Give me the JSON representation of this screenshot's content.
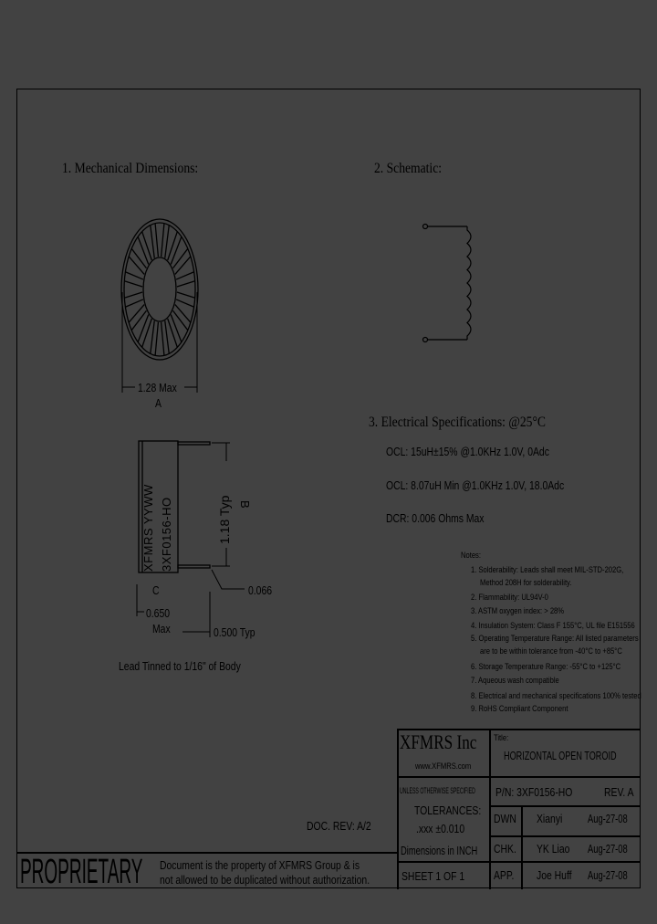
{
  "sections": {
    "mechanical": "1. Mechanical Dimensions:",
    "schematic": "2. Schematic:",
    "electrical": "3. Electrical   Specifications: @25°C"
  },
  "mechanical": {
    "dim_a": "1.28 Max",
    "label_a": "A",
    "marking_line1": "XFMRS YYWW",
    "marking_line2": "3XF0156-HO",
    "dim_b": "1.18 Typ",
    "label_b": "B",
    "lead_dia": "0.066",
    "label_c": "C",
    "dim_c": "0.650",
    "dim_c_max": "Max",
    "lead_spacing": "0.500 Typ",
    "lead_note": "Lead Tinned to 1/16\" of Body"
  },
  "electrical": {
    "specs": [
      "OCL: 15uH±15% @1.0KHz 1.0V, 0Adc",
      "OCL: 8.07uH Min @1.0KHz 1.0V, 18.0Adc",
      "DCR: 0.006 Ohms Max"
    ]
  },
  "notes": {
    "title": "Notes:",
    "items": [
      "1. Solderability: Leads shall meet MIL-STD-202G,",
      "   Method 208H for solderability.",
      "2. Flammability: UL94V-0",
      "3. ASTM oxygen index: > 28%",
      "4. Insulation System: Class F 155°C, UL file E151556",
      "5. Operating Temperature Range: All listed parameters",
      "   are to be within tolerance from -40°C to +85°C",
      "6. Storage Temperature Range: -55°C to +125°C",
      "7. Aqueous wash compatible",
      "8. Electrical and mechanical specifications 100% tested",
      "9. RoHS Compliant Component"
    ]
  },
  "doc_rev": "DOC. REV: A/2",
  "title_block": {
    "company": "XFMRS Inc",
    "website": "www.XFMRS.com",
    "title_label": "Title:",
    "title": "HORIZONTAL OPEN TOROID",
    "tolerance_header": "UNLESS OTHERWISE SPECIFIED",
    "tolerances": "TOLERANCES:",
    "tolerance_value": ".xxx ±0.010",
    "units": "Dimensions in INCH",
    "sheet": "SHEET 1 OF 1",
    "part_number": "P/N: 3XF0156-HO",
    "revision": "REV. A",
    "rows": [
      {
        "role": "DWN",
        "name": "Xianyi",
        "date": "Aug-27-08"
      },
      {
        "role": "CHK.",
        "name": "YK Liao",
        "date": "Aug-27-08"
      },
      {
        "role": "APP.",
        "name": "Joe Huff",
        "date": "Aug-27-08"
      }
    ]
  },
  "proprietary": {
    "label": "PROPRIETARY",
    "line1": "Document is the property of XFMRS Group & is",
    "line2": "not allowed to be duplicated without authorization."
  }
}
